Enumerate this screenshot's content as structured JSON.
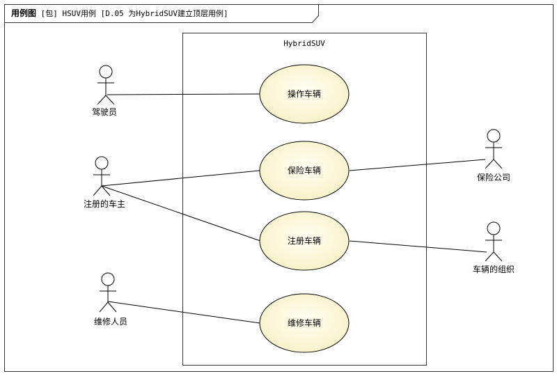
{
  "frame": {
    "kind": "用例图",
    "rest": " [包] HSUV用例 [D.05 为HybridSUV建立顶层用例]"
  },
  "system": {
    "name": "HybridSUV"
  },
  "actors": [
    {
      "id": "driver",
      "name": "驾驶员"
    },
    {
      "id": "owner",
      "name": "注册的车主"
    },
    {
      "id": "maint",
      "name": "维修人员"
    },
    {
      "id": "insurer",
      "name": "保险公司"
    },
    {
      "id": "regorg",
      "name": "车辆的组织"
    }
  ],
  "use_cases": [
    {
      "id": "operate",
      "name": "操作车辆"
    },
    {
      "id": "insure",
      "name": "保险车辆"
    },
    {
      "id": "register",
      "name": "注册车辆"
    },
    {
      "id": "maintain",
      "name": "维修车辆"
    }
  ],
  "associations": [
    [
      "driver",
      "operate"
    ],
    [
      "owner",
      "insure"
    ],
    [
      "owner",
      "register"
    ],
    [
      "maint",
      "maintain"
    ],
    [
      "insure",
      "insurer"
    ],
    [
      "register",
      "regorg"
    ]
  ],
  "colors": {
    "use_case_fill_center": "#fffff4",
    "use_case_fill_edge": "#f7f1c6",
    "line": "#000000",
    "frame_border": "#333333"
  }
}
